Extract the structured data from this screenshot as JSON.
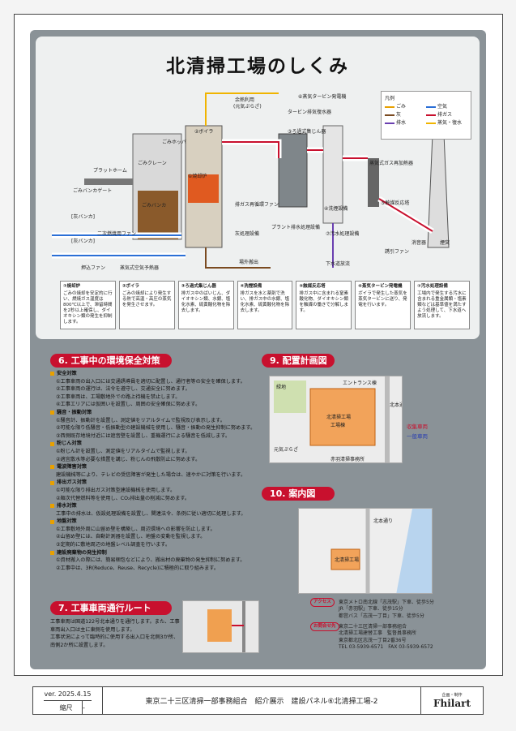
{
  "diagram": {
    "title": "北清掃工場のしくみ",
    "legend_title": "凡例",
    "legend": [
      {
        "label": "ごみ",
        "color": "#e8a000"
      },
      {
        "label": "空気",
        "color": "#2a6fd6"
      },
      {
        "label": "灰",
        "color": "#7a4a20"
      },
      {
        "label": "排ガス",
        "color": "#c8102e"
      },
      {
        "label": "排水",
        "color": "#6a3fb0"
      },
      {
        "label": "蒸気・復水",
        "color": "#f0b400"
      }
    ],
    "labels": {
      "turbine_gen": "⑥蒸気タービン発電機",
      "excess_heat": "余熱利用",
      "excess_heat_sub": "(元気ぷらざ)",
      "condenser": "タービン排気復水器",
      "boiler": "②ボイラ",
      "bag_filter": "③ろ過式集じん器",
      "gas_heater": "蒸気式ガス再加熱器",
      "catalyst": "⑤触媒反応塔",
      "wash": "④洗煙設備",
      "fan": "誘引ファン",
      "silencer": "消音器",
      "stack": "煙突",
      "platform": "プラットホーム",
      "gate": "ごみバンカゲート",
      "crane": "ごみクレーン",
      "hopper": "ごみホッパ",
      "bunker": "ごみバンカ",
      "furnace": "①焼却炉",
      "ash_bunker1": "[灰バンカ]",
      "ash_bunker2": "[灰バンカ]",
      "secondary_fan": "二次燃焼用ファン",
      "push_fan": "押込ファン",
      "air_preheater": "蒸気式空気予熱器",
      "ash_treatment": "灰処理設備",
      "ash_out": "場外搬出",
      "recirc_fan": "排ガス再循環ファン",
      "plant_water": "プラント排水処理設備",
      "wastewater": "⑦汚水処理設備",
      "sewer": "下水道放流"
    },
    "steps": [
      {
        "title": "①焼却炉",
        "text": "ごみの焼却を安定的に行い、燃焼ガス温度は800℃以上で、滞留時間を2秒以上確保し、ダイオキシン類の発生を抑制します。"
      },
      {
        "title": "②ボイラ",
        "text": "ごみの焼却により発生する熱で高温・高圧の蒸気を発生させます。"
      },
      {
        "title": "③ろ過式集じん器",
        "text": "排ガス中のばいじん、ダイオキシン類、水銀、塩化水素、硫黄酸化物を除去します。"
      },
      {
        "title": "④洗煙設備",
        "text": "排ガスを水と薬剤で洗い、排ガス中の水銀、塩化水素、硫黄酸化物を除去します。"
      },
      {
        "title": "⑤触媒反応塔",
        "text": "排ガス中に含まれる窒素酸化物、ダイオキシン類を触媒の働きで分解します。"
      },
      {
        "title": "⑥蒸気タービン発電機",
        "text": "ボイラで発生した蒸気を蒸気タービンに送り、発電を行います。"
      },
      {
        "title": "⑦汚水処理設備",
        "text": "工場内で発生する汚水に含まれる重金属類・塩素類などは基準値を満たすよう処理して、下水道へ放流します。"
      }
    ]
  },
  "section6": {
    "title": "6. 工事中の環境保全対策",
    "groups": [
      {
        "head": "安全対策",
        "lines": [
          "①工事車両の出入口には交通誘導員を適切に配置し、通行者等の安全を確保します。",
          "②工事車両の運行は、法令を遵守し、交通安全に努めます。",
          "③工事車両は、工場敷地外での路上待機を禁止します。",
          "④工事エリアには仮囲いを設置し、周囲の安全確保に努めます。"
        ]
      },
      {
        "head": "騒音・振動対策",
        "lines": [
          "①騒音計、振動計を設置し、測定値をリアルタイムで監視及び表示します。",
          "②可能な限り低騒音・低振動型の建設機械を使用し、騒音・振動の発生抑制に努めます。",
          "③西側既存地境付近には遮音壁を設置し、重機運行による騒音を低減します。"
        ]
      },
      {
        "head": "粉じん対策",
        "lines": [
          "①粉じん計を設置し、測定値をリアルタイムで監視します。",
          "②適宜散水等必要な措置を講じ、粉じんの飛散防止に努めます。"
        ]
      },
      {
        "head": "電波障害対策",
        "lines": [
          "建設機械等により、テレビの受信障害が発生した場合は、速やかに対策を行います。"
        ]
      },
      {
        "head": "排出ガス対策",
        "lines": [
          "①可能な限り排出ガス対策型建設機械を使用します。",
          "②順次代替燃料等を使用し、CO₂排出量の削減に努めます。"
        ]
      },
      {
        "head": "排水対策",
        "lines": [
          "工事中の排水は、仮設処理設備を設置し、関連法令、条例に従い適切に処理します。"
        ]
      },
      {
        "head": "地盤対策",
        "lines": [
          "①工事敷地外周に山留め壁を構築し、周辺環境への影響を防止します。",
          "②山留め壁には、自動計測器を設置し、地盤の変動を監視します。",
          "③定期的に敷地周辺の地盤レベル調査を行います。"
        ]
      },
      {
        "head": "建設廃棄物の発生抑制",
        "lines": [
          "①資材搬入の際には、簡易梱包などにより、搬出材の廃棄物の発生抑制に努めます。",
          "②工事中は、3R(Reduce、Reuse、Recycle)に積極的に取り組みます。"
        ]
      }
    ]
  },
  "section7": {
    "title": "7. 工事車両通行ルート",
    "lines": [
      "工事車両は国道122号北本通りを通行します。また、工事車両出入口は主に東側を使用します。",
      "工事状況によって臨時的に使用する出入口を北側3か所、南側2か所に設置します。"
    ]
  },
  "section9": {
    "title": "9. 配置計画図",
    "labels": {
      "entrance": "エントランス棟",
      "road": "北本通り",
      "factory": "北清掃工場",
      "factory_sub": "工場棟",
      "park": "元気ぷらざ",
      "parking": "赤羽清掃事務所",
      "green": "緑地",
      "collection": "収集車両",
      "general": "一般車両"
    }
  },
  "section10": {
    "title": "10. 案内図",
    "labels": {
      "factory": "北清掃工場",
      "road": "北本通り"
    },
    "access_tag": "アクセス",
    "access_lines": [
      "東京メトロ南北線「志茂駅」下車、徒歩5分",
      "JR「赤羽駅」下車、徒歩15分",
      "都営バス「志茂一丁目」下車、徒歩5分"
    ],
    "contact_tag": "お問合せ先",
    "contact_lines": [
      "東京二十三区清掃一部事務組合",
      "北清掃工場建替工事　監督員事務所",
      "東京都北区志茂一丁目2番36号",
      "TEL 03-5939-6571　FAX 03-5939-6572"
    ]
  },
  "footer": {
    "version": "ver. 2025.4.15",
    "scale_label": "縮尺",
    "scale_value": "-",
    "title": "東京二十三区清掃一部事務組合　紹介展示　建設パネル⑥北清掃工場-2",
    "logo_top": "企画・制作",
    "logo": "Fhilart"
  }
}
